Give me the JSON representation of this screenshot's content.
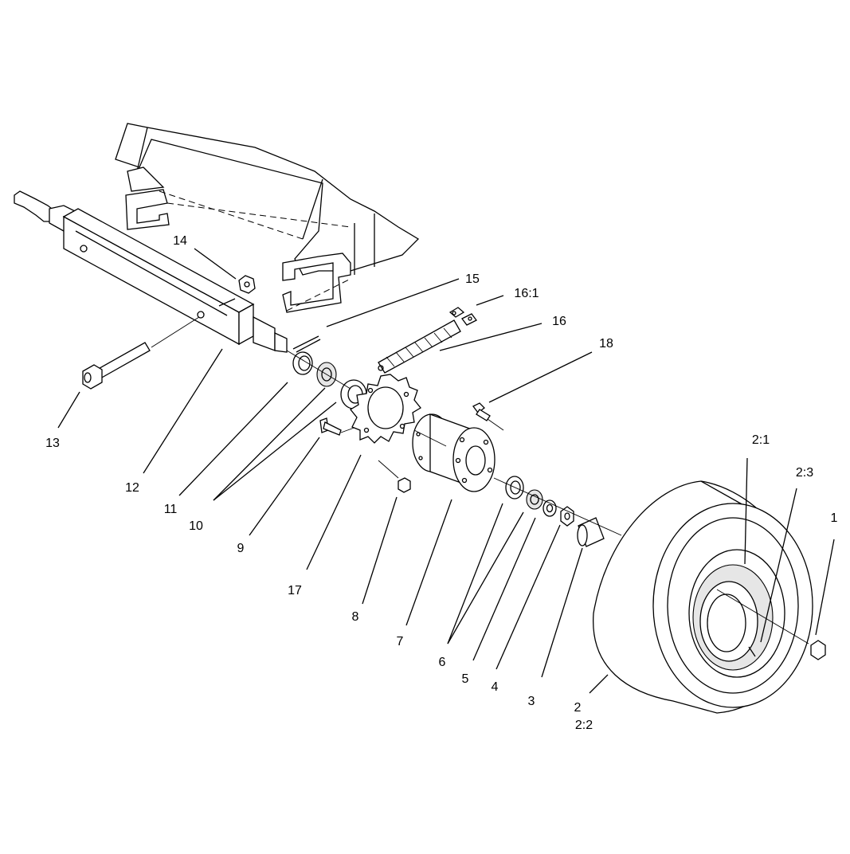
{
  "callouts": {
    "c1": "1",
    "c2": "2",
    "c2_2": "2:2",
    "c2_1": "2:1",
    "c2_3": "2:3",
    "c3": "3",
    "c4": "4",
    "c5": "5",
    "c6": "6",
    "c7": "7",
    "c8": "8",
    "c9": "9",
    "c10": "10",
    "c11": "11",
    "c12": "12",
    "c13": "13",
    "c14": "14",
    "c15": "15",
    "c16": "16",
    "c16_1": "16:1",
    "c17": "17",
    "c18": "18"
  }
}
